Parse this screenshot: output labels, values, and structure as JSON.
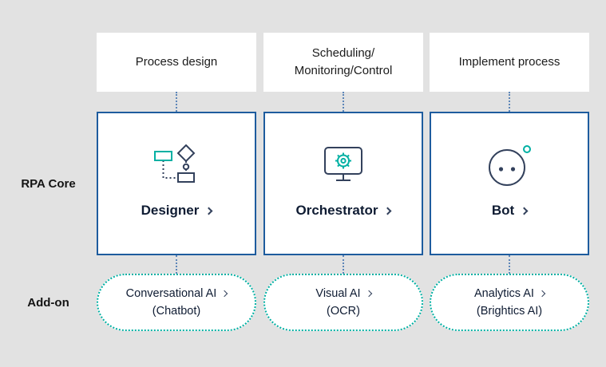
{
  "colors": {
    "background": "#e2e2e2",
    "header_bg": "#ffffff",
    "card_bg": "#ffffff",
    "card_border": "#1e5c9e",
    "accent_teal": "#00b0a3",
    "icon_navy": "#33415c",
    "connector_blue": "#5d86b8",
    "text_dark": "#1b1b1b",
    "title_navy": "#0f1c33"
  },
  "row_labels": {
    "rpa_core": "RPA Core",
    "addon": "Add-on"
  },
  "columns": [
    {
      "header": "Process design",
      "card": {
        "label": "Designer",
        "icon": "flowchart-icon"
      },
      "addon": {
        "label": "Conversational AI",
        "sublabel": "(Chatbot)"
      }
    },
    {
      "header": "Scheduling/\nMonitoring/Control",
      "card": {
        "label": "Orchestrator",
        "icon": "monitor-gear-icon"
      },
      "addon": {
        "label": "Visual AI",
        "sublabel": "(OCR)"
      }
    },
    {
      "header": "Implement process",
      "card": {
        "label": "Bot",
        "icon": "robot-icon"
      },
      "addon": {
        "label": "Analytics AI",
        "sublabel": "(Brightics AI)"
      }
    }
  ]
}
